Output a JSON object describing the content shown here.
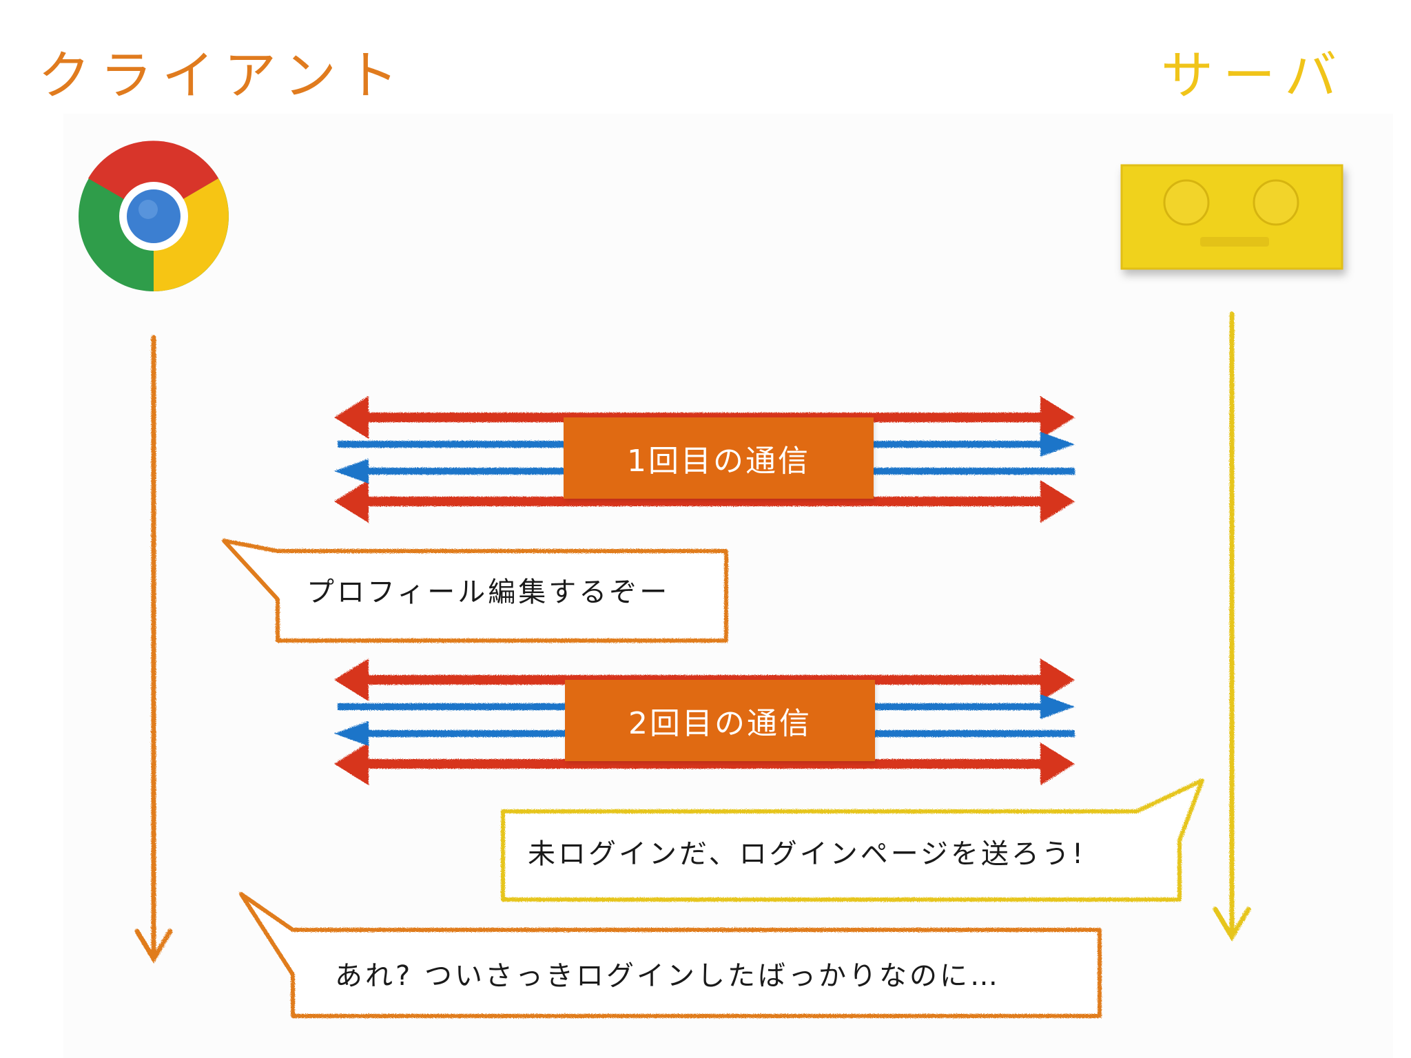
{
  "lanes": {
    "client_title": "クライアント",
    "server_title": "サーバ",
    "client_icon": "chrome-browser-icon",
    "server_icon": "server-block-icon"
  },
  "colors": {
    "client": "#e07b1e",
    "server": "#f0c419",
    "label_box": "#e06a12",
    "request_arrow": "#d7341a",
    "response_arrow": "#1f74c9"
  },
  "communications": [
    {
      "label": "1回目の通信"
    },
    {
      "label": "2回目の通信"
    }
  ],
  "bubbles": {
    "client_1": "プロフィール編集するぞー",
    "server_1": "未ログインだ、ログインページを送ろう!",
    "client_2": "あれ? ついさっきログインしたばっかりなのに…"
  }
}
